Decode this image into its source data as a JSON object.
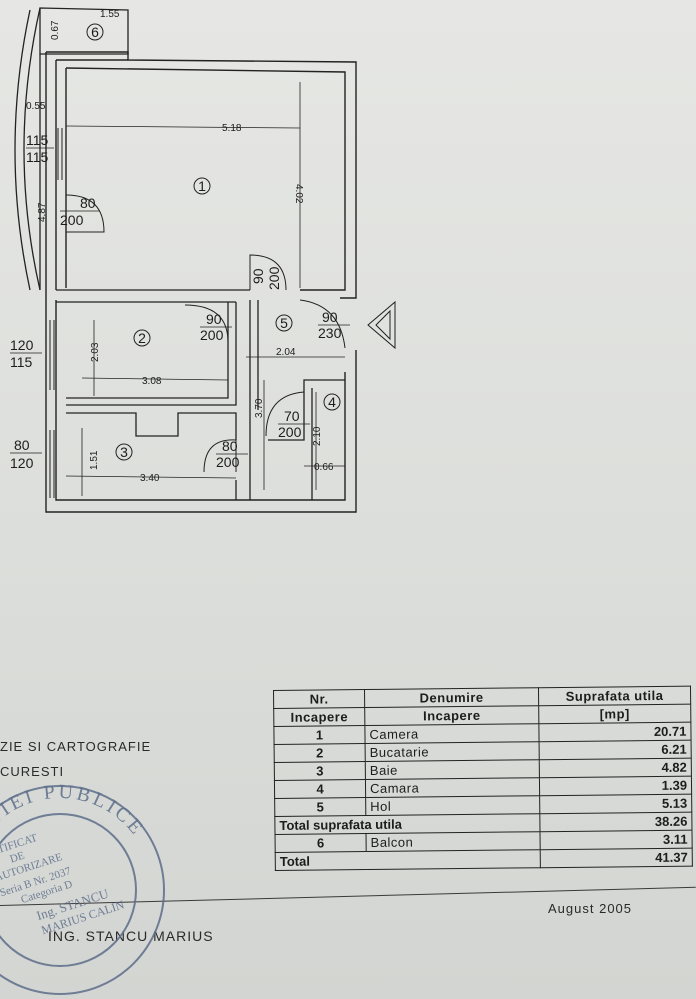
{
  "plan": {
    "rooms": [
      {
        "id": "room-1",
        "label": "1"
      },
      {
        "id": "room-2",
        "label": "2"
      },
      {
        "id": "room-3",
        "label": "3"
      },
      {
        "id": "room-4",
        "label": "4"
      },
      {
        "id": "room-5",
        "label": "5"
      },
      {
        "id": "room-6",
        "label": "6"
      }
    ],
    "dimensions": {
      "balcony_top": "1.55",
      "balcony_depth": "0.67",
      "balcony_end": "0.55",
      "balcony_length": "4.87",
      "room1_width": "5.18",
      "room1_depth": "4.02",
      "room2_width": "3.08",
      "room2_depth": "2.03",
      "hall_width": "2.04",
      "hall_length": "3.70",
      "room3_width": "3.40",
      "room3_depth": "1.51",
      "room4_depth": "2.10",
      "room4_width": "0.66"
    },
    "openings": {
      "win_balcony_top": "115",
      "win_balcony_bottom": "115",
      "door_balcony_top": "80",
      "door_balcony_bottom": "200",
      "win_room2_top": "120",
      "win_room2_bottom": "115",
      "win_room3_top": "80",
      "win_room3_bottom": "120",
      "door_room1_top": "90",
      "door_room1_bottom": "200",
      "door_room2_top": "90",
      "door_room2_bottom": "200",
      "door_entry_top": "90",
      "door_entry_bottom": "230",
      "door_room4_top": "70",
      "door_room4_bottom": "200",
      "door_room3_top": "80",
      "door_room3_bottom": "200"
    }
  },
  "table": {
    "header": {
      "nr_line1": "Nr.",
      "nr_line2": "Incapere",
      "name_line1": "Denumire",
      "name_line2": "Incapere",
      "area_line1": "Suprafata utila",
      "area_line2": "[mp]"
    },
    "rows": [
      {
        "nr": "1",
        "name": "Camera",
        "area": "20.71"
      },
      {
        "nr": "2",
        "name": "Bucatarie",
        "area": "6.21"
      },
      {
        "nr": "3",
        "name": "Baie",
        "area": "4.82"
      },
      {
        "nr": "4",
        "name": "Camara",
        "area": "1.39"
      },
      {
        "nr": "5",
        "name": "Hol",
        "area": "5.13"
      }
    ],
    "subtotal": {
      "label": "Total suprafata utila",
      "area": "38.26"
    },
    "balcony": {
      "nr": "6",
      "name": "Balcon",
      "area": "3.11"
    },
    "total": {
      "label": "Total",
      "area": "41.37"
    }
  },
  "agency_line1": "ZIE SI CARTOGRAFIE",
  "agency_line2": "CURESTI",
  "date": "August 2005",
  "engineer": "ING. STANCU MARIUS",
  "stamp": {
    "ring_text": "ISTRATIEI PUBLICE",
    "center_lines": [
      "ERTIFICAT",
      "DE",
      "AUTORIZARE",
      "Seria B Nr. 2037",
      "Categoria D",
      "Ing. STANCU",
      "MARIUS CALIN"
    ]
  },
  "colors": {
    "ink": "#1d1d1d",
    "paper": "#e2e3e0",
    "stamp": "#5d6e8a"
  }
}
